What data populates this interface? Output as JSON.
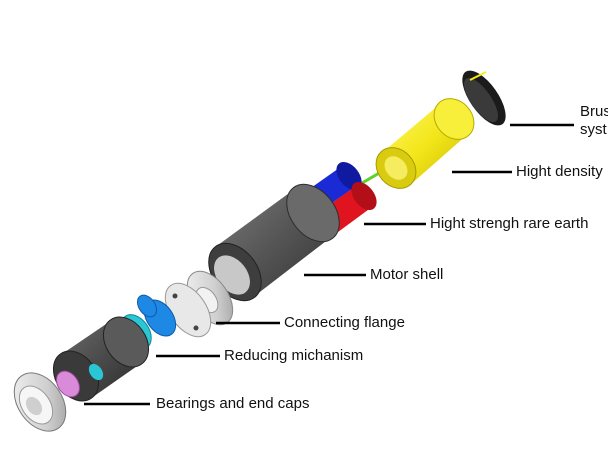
{
  "labels": {
    "brush": "Brus",
    "brush_line2": "syst",
    "high_density": "Hight density",
    "rare_earth": "Hight strengh rare earth",
    "motor_shell": "Motor shell",
    "connecting_flange": "Connecting flange",
    "reducing_mechanism": "Reducing michanism",
    "bearings_end_caps": "Bearings and end caps"
  },
  "colors": {
    "brush_disc": "#1a1a1a",
    "winding_yellow": "#f5ec1a",
    "shaft_green": "#5fd12a",
    "magnet_blue": "#1a2bd6",
    "magnet_red": "#e0141e",
    "shell_gray": "#5a5a5a",
    "flange_silver": "#d9d9d9",
    "gear_blue": "#1e88e5",
    "gear_cyan": "#29c7d6",
    "housing_dark": "#4a4a4a",
    "bearing_pink": "#d98ad9"
  }
}
